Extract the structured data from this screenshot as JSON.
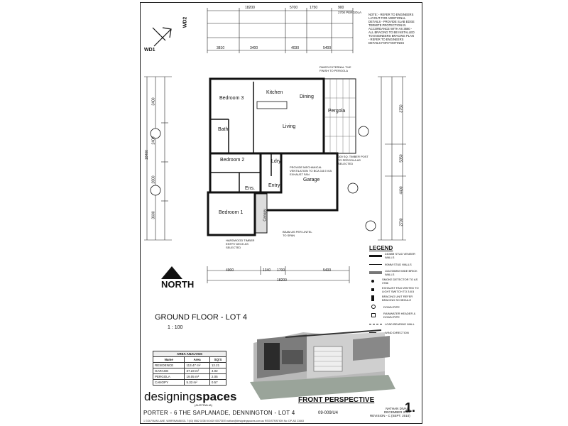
{
  "drawing": {
    "title": "GROUND FLOOR - LOT 4",
    "scale": "1 : 100",
    "north_label": "NORTH",
    "wind_direction_1": "WD1",
    "wind_direction_2": "WD2",
    "front_perspective_label": "FRONT PERSPECTIVE",
    "sheet_number": "1."
  },
  "rooms": {
    "bedroom3": "Bedroom 3",
    "kitchen": "Kitchen",
    "dining": "Dining",
    "pergola": "Pergola",
    "bath": "Bath",
    "living": "Living",
    "bedroom2": "Bedroom 2",
    "laundry": "Ldry",
    "ens": "Ens.",
    "entry": "Entry",
    "garage": "Garage",
    "bedroom1": "Bedroom 1",
    "canopy": "Canopy"
  },
  "dimensions": {
    "top_row1": [
      "18200",
      "5700",
      "1750",
      "900"
    ],
    "top_row2": [
      "3810",
      "3400",
      "4030",
      "5400",
      "2700 PERGOLA"
    ],
    "bottom_row1": [
      "4900",
      "1340",
      "1700",
      "5400"
    ],
    "bottom_row2": [
      "18200"
    ],
    "left_side": [
      "18400",
      "3400",
      "2400",
      "2800",
      "3600"
    ],
    "right_side": [
      "3750",
      "5350",
      "4400",
      "2700"
    ]
  },
  "notes": {
    "top_right": "NOTE: - REFER TO ENGINEERS LAYOUT FOR ADDITIONAL DETAILS - PROVIDE SLAB EDGE TERMITE PROTECTION IN ACCORDANCE WITH AS 3660 - ALL BRACING TO BE INSTALLED TO ENGINEERS BRACING PLAN - REFER TO ENGINEERS DETAILS FOR FOOTINGS",
    "proposed_mech": "PROVIDE MECHANICAL VENTILATION TO BCA 3.8.5 VIA EXHAUST FAN",
    "timber_post": "100 SQ. TIMBER POST TO PERGOLA AS SELECTED",
    "timber_entry": "HARDWOOD TIMBER ENTRY DECK AS SELECTED",
    "beam": "BEAM AS PER LINTEL TO SPAN",
    "pergola_tile": "PAVED EXTERNAL TILE FINISH TO PERGOLA"
  },
  "legend": {
    "heading": "LEGEND",
    "items": [
      "240MM STUD VENEER WALLS",
      "90MM STUD WALLS",
      "110/230MM WIDE BRICK WALLS",
      "SMOKE DETECTOR TO AS 3786",
      "EXHAUST FAN VENTED TO LIGHT SWITCH TO 3.8.5",
      "BRACING UNIT REFER BRACING SCHEDULE",
      "DOWN PIPE",
      "RAINWATER HEADER & DOWN PIPE",
      "LOAD BEARING WALL",
      "WIND DIRECTION"
    ]
  },
  "area_analysis": {
    "caption": "AREA ANALYSIS",
    "headers": [
      "Name",
      "Area",
      "SQ'S"
    ],
    "rows": [
      [
        "RESIDENCE",
        "113.47 m²",
        "12.21"
      ],
      [
        "GARAGE",
        "37.23 m²",
        "4.02"
      ],
      [
        "PERGOLA",
        "19.05 m²",
        "2.05"
      ],
      [
        "CANOPY",
        "5.33 m²",
        "0.57"
      ]
    ]
  },
  "title_block": {
    "brand_light": "designing",
    "brand_bold": "spaces",
    "brand_sub": "(AUSTRALIA)",
    "address": "PORTER - 6 THE SAPLANADE, DENNINGTON - LOT 4",
    "job_number": "09-009/U4",
    "drawn_by": "NATHAN DIVALL",
    "date": "DECEMBER 2009",
    "revision": "REVISION - C (SEPT. 2010)",
    "contact": "1 GOLFMAN LANE, WARRNAMBOOL T:(03) 5562 0238 M:0419 000738 E:nathan@designingspaces.com.au REGISTRATION No: DP-AD 23463"
  }
}
